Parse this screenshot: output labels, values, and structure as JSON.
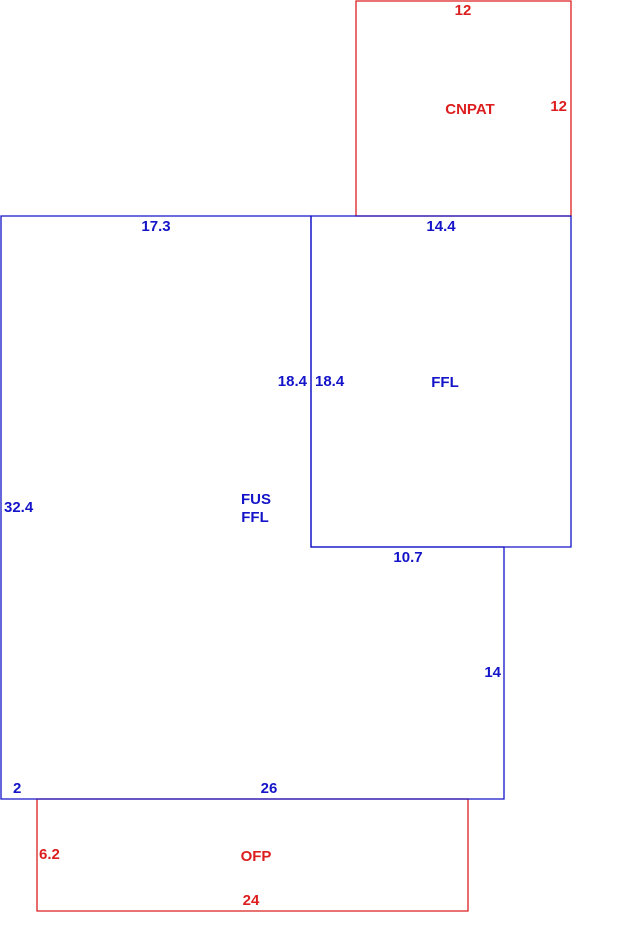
{
  "colors": {
    "main": "#1414c8",
    "addition": "#dc1e1e"
  },
  "areas": {
    "cnpat": {
      "label": "CNPAT",
      "top": "12",
      "right": "12"
    },
    "ffl_upper": {
      "label": "FFL",
      "top": "14.4",
      "left": "18.4",
      "bottom": "10.7"
    },
    "main_house": {
      "label_line1": "FUS",
      "label_line2": "FFL",
      "top": "17.3",
      "right": "18.4",
      "left": "32.4",
      "step_right": "14",
      "bottom_left": "2",
      "bottom": "26"
    },
    "ofp": {
      "label": "OFP",
      "left": "6.2",
      "bottom": "24"
    }
  }
}
